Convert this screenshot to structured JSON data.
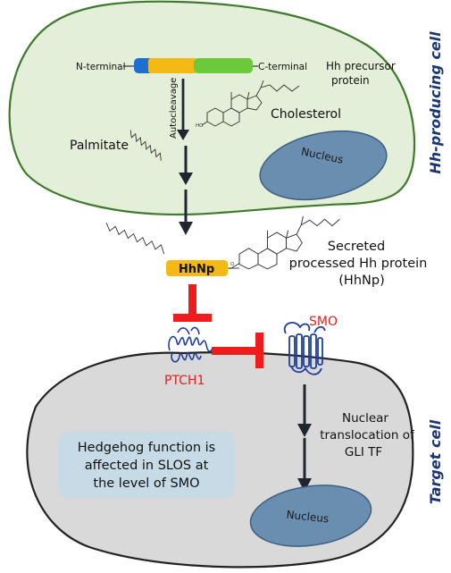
{
  "labels": {
    "producing_cell": "Hh-producing cell",
    "target_cell": "Target cell",
    "n_terminal": "N-terminal",
    "c_terminal": "C-terminal",
    "precursor_line1": "Hh precursor",
    "precursor_line2": "protein",
    "autocleavage": "Autocleavage",
    "cholesterol": "Cholesterol",
    "palmitate": "Palmitate",
    "nucleus_top": "Nucleus",
    "hhnp": "HhNp",
    "secreted_line1": "Secreted",
    "secreted_line2": "processed Hh protein",
    "secreted_line3": "(HhNp)",
    "smo": "SMO",
    "ptch1": "PTCH1",
    "nuclear_line1": "Nuclear",
    "nuclear_line2": "translocation of",
    "nuclear_line3": "GLI TF",
    "info_line1": "Hedgehog function is",
    "info_line2": "affected in SLOS at",
    "info_line3": "the level of SMO",
    "nucleus_bottom": "Nucleus"
  },
  "colors": {
    "producing_cell_fill": "#e3efd8",
    "producing_cell_stroke": "#3f7a2c",
    "target_cell_fill": "#d9d9d9",
    "target_cell_stroke": "#222222",
    "nucleus_fill": "#6a8eb0",
    "nucleus_stroke": "#3f5f80",
    "info_box_fill": "#c6dbe6",
    "receptor": "#1f3f9a",
    "inhibition": "#ee1c1c",
    "arrow": "#1f2630",
    "title_text": "#1a3773",
    "segment_blue": "#1f6fd1",
    "segment_yellow": "#f5b915",
    "segment_green": "#6cc93c",
    "hhnp_box": "#f5b915",
    "red_label": "#e02020"
  }
}
